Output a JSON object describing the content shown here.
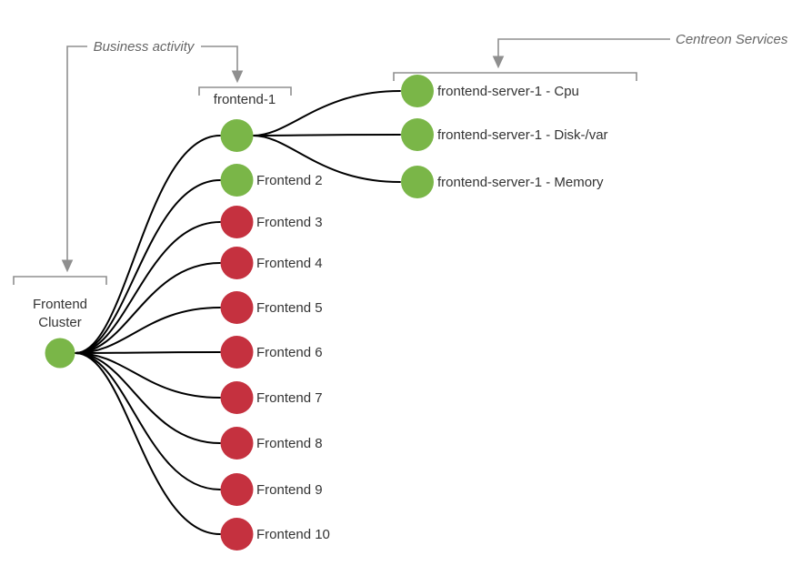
{
  "colors": {
    "status_ok": "#7ab648",
    "status_critical": "#c5313f",
    "annotation": "#8f8f8f",
    "edge": "#000000"
  },
  "annotations": {
    "business_activity_label": "Business activity",
    "centreon_services_label": "Centreon Services"
  },
  "cluster": {
    "label_line1": "Frontend",
    "label_line2": "Cluster",
    "status": "ok",
    "color": "#7ab648"
  },
  "nodes": [
    {
      "label": "frontend-1",
      "status": "ok",
      "color": "#7ab648"
    },
    {
      "label": "Frontend 2",
      "status": "ok",
      "color": "#7ab648"
    },
    {
      "label": "Frontend 3",
      "status": "critical",
      "color": "#c5313f"
    },
    {
      "label": "Frontend 4",
      "status": "critical",
      "color": "#c5313f"
    },
    {
      "label": "Frontend 5",
      "status": "critical",
      "color": "#c5313f"
    },
    {
      "label": "Frontend 6",
      "status": "critical",
      "color": "#c5313f"
    },
    {
      "label": "Frontend 7",
      "status": "critical",
      "color": "#c5313f"
    },
    {
      "label": "Frontend 8",
      "status": "critical",
      "color": "#c5313f"
    },
    {
      "label": "Frontend 9",
      "status": "critical",
      "color": "#c5313f"
    },
    {
      "label": "Frontend 10",
      "status": "critical",
      "color": "#c5313f"
    }
  ],
  "services": [
    {
      "label": "frontend-server-1 - Cpu",
      "status": "ok",
      "color": "#7ab648"
    },
    {
      "label": "frontend-server-1 - Disk-/var",
      "status": "ok",
      "color": "#7ab648"
    },
    {
      "label": "frontend-server-1 - Memory",
      "status": "ok",
      "color": "#7ab648"
    }
  ]
}
